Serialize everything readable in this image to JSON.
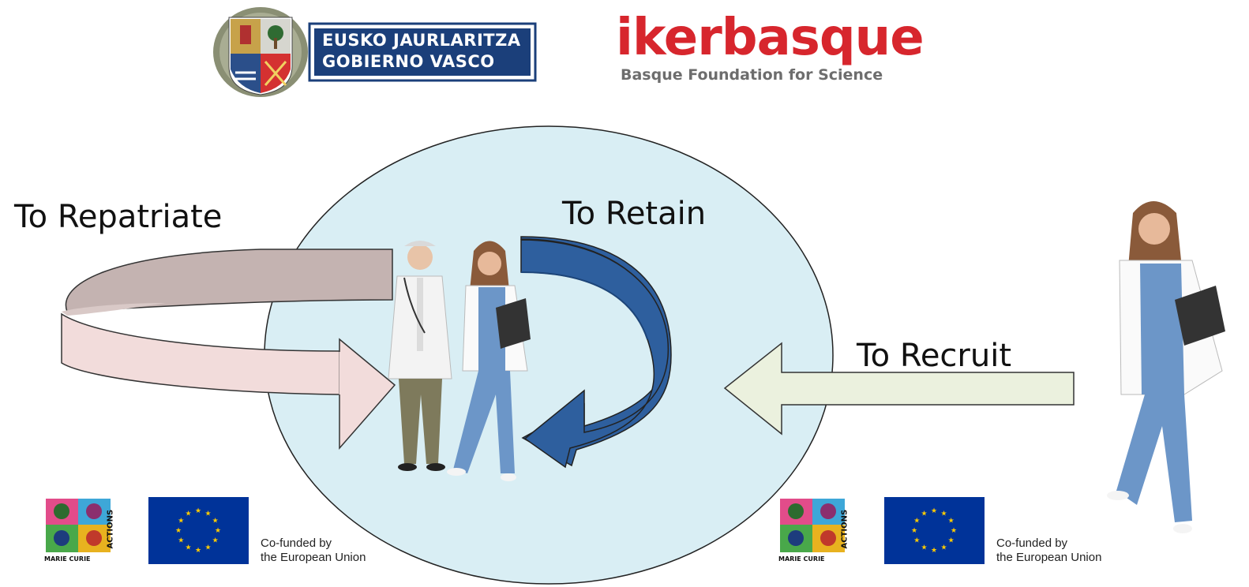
{
  "header": {
    "gov_logo": {
      "line1": "EUSKO JAURLARITZA",
      "line2": "GOBIERNO VASCO"
    },
    "ikerbasque": {
      "name": "ikerbasque",
      "tagline": "Basque Foundation for Science"
    }
  },
  "diagram": {
    "repatriate_label": "To Repatriate",
    "retain_label": "To Retain",
    "recruit_label": "To Recruit"
  },
  "footer": {
    "marie_curie_text": "MARIE CURIE",
    "actions_text": "ACTIONS",
    "eu_caption_line1": "Co-funded by",
    "eu_caption_line2": "the European Union"
  },
  "colors": {
    "circle_fill": "#d9eef4",
    "repatriate_arrow": "#f2dcdb",
    "repatriate_arrow_top": "#c4b3b1",
    "retain_arrow": "#2e5f9e",
    "recruit_arrow": "#ebf1de",
    "ikerbasque_red": "#d7262d",
    "gov_blue": "#1b3f7a",
    "eu_blue": "#003399",
    "eu_star": "#ffcc00"
  }
}
